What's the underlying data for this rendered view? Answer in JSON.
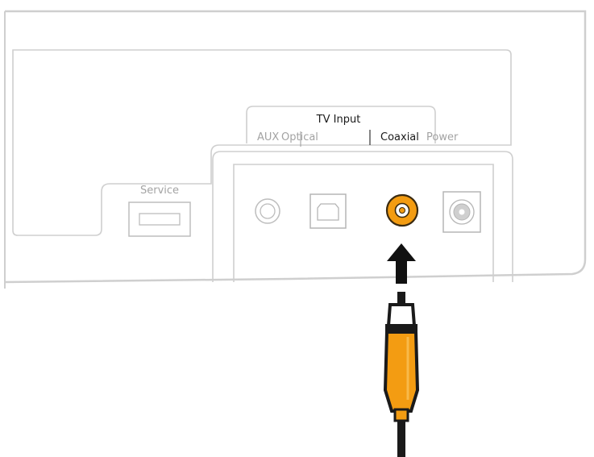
{
  "labels": {
    "tv_input": "TV Input",
    "aux": "AUX",
    "optical": "Optical",
    "coaxial": "Coaxial",
    "power": "Power",
    "service": "Service"
  },
  "colors": {
    "accent_orange": "#f39c12",
    "panel_stroke": "#c9c9c9",
    "cable_black": "#111111"
  }
}
